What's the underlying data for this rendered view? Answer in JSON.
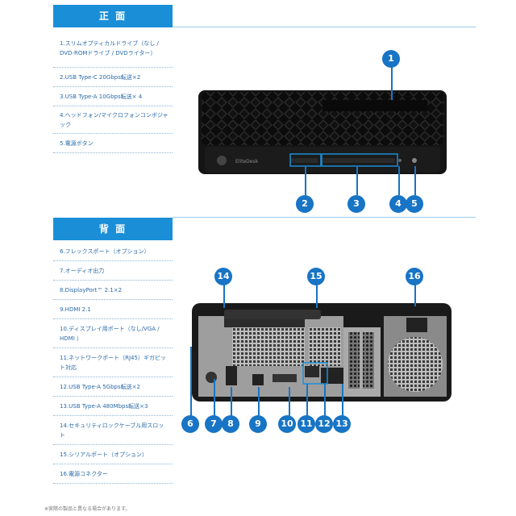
{
  "front": {
    "title": "正 面",
    "items": [
      "1.スリムオプティカルドライブ（なし / DVD-ROMドライブ / DVDライター）",
      "2.USB Type-C 20Gbps転送×2",
      "3.USB Type-A 10Gbps転送× 4",
      "4.ヘッドフォン/マイクロフォンコンボジャック",
      "5.電源ボタン"
    ],
    "callouts": [
      "1",
      "2",
      "3",
      "4",
      "5"
    ],
    "brand": "EliteDesk"
  },
  "rear": {
    "title": "背 面",
    "items": [
      "6.フレックスポート（オプション）",
      "7.オーディオ出力",
      "8.DisplayPort™ 2.1×2",
      "9.HDMI 2.1",
      "10.ディスプレイ用ポート（なし/VGA / HDMI ）",
      "11.ネットワークポート（RJ45）ギガビット対応",
      "12.USB Type-A 5Gbps転送×2",
      "13.USB Type-A 480Mbps転送×3",
      "14.セキュリティロックケーブル用スロット",
      "15.シリアルポート（オプション）",
      "16.電源コネクター"
    ],
    "callouts": [
      "6",
      "7",
      "8",
      "9",
      "10",
      "11",
      "12",
      "13",
      "14",
      "15",
      "16"
    ]
  },
  "footnote": "※実際の製品と異なる場合があります。",
  "colors": {
    "accent": "#1a8fd8",
    "callout": "#1874c4",
    "text": "#2a6aa8"
  }
}
